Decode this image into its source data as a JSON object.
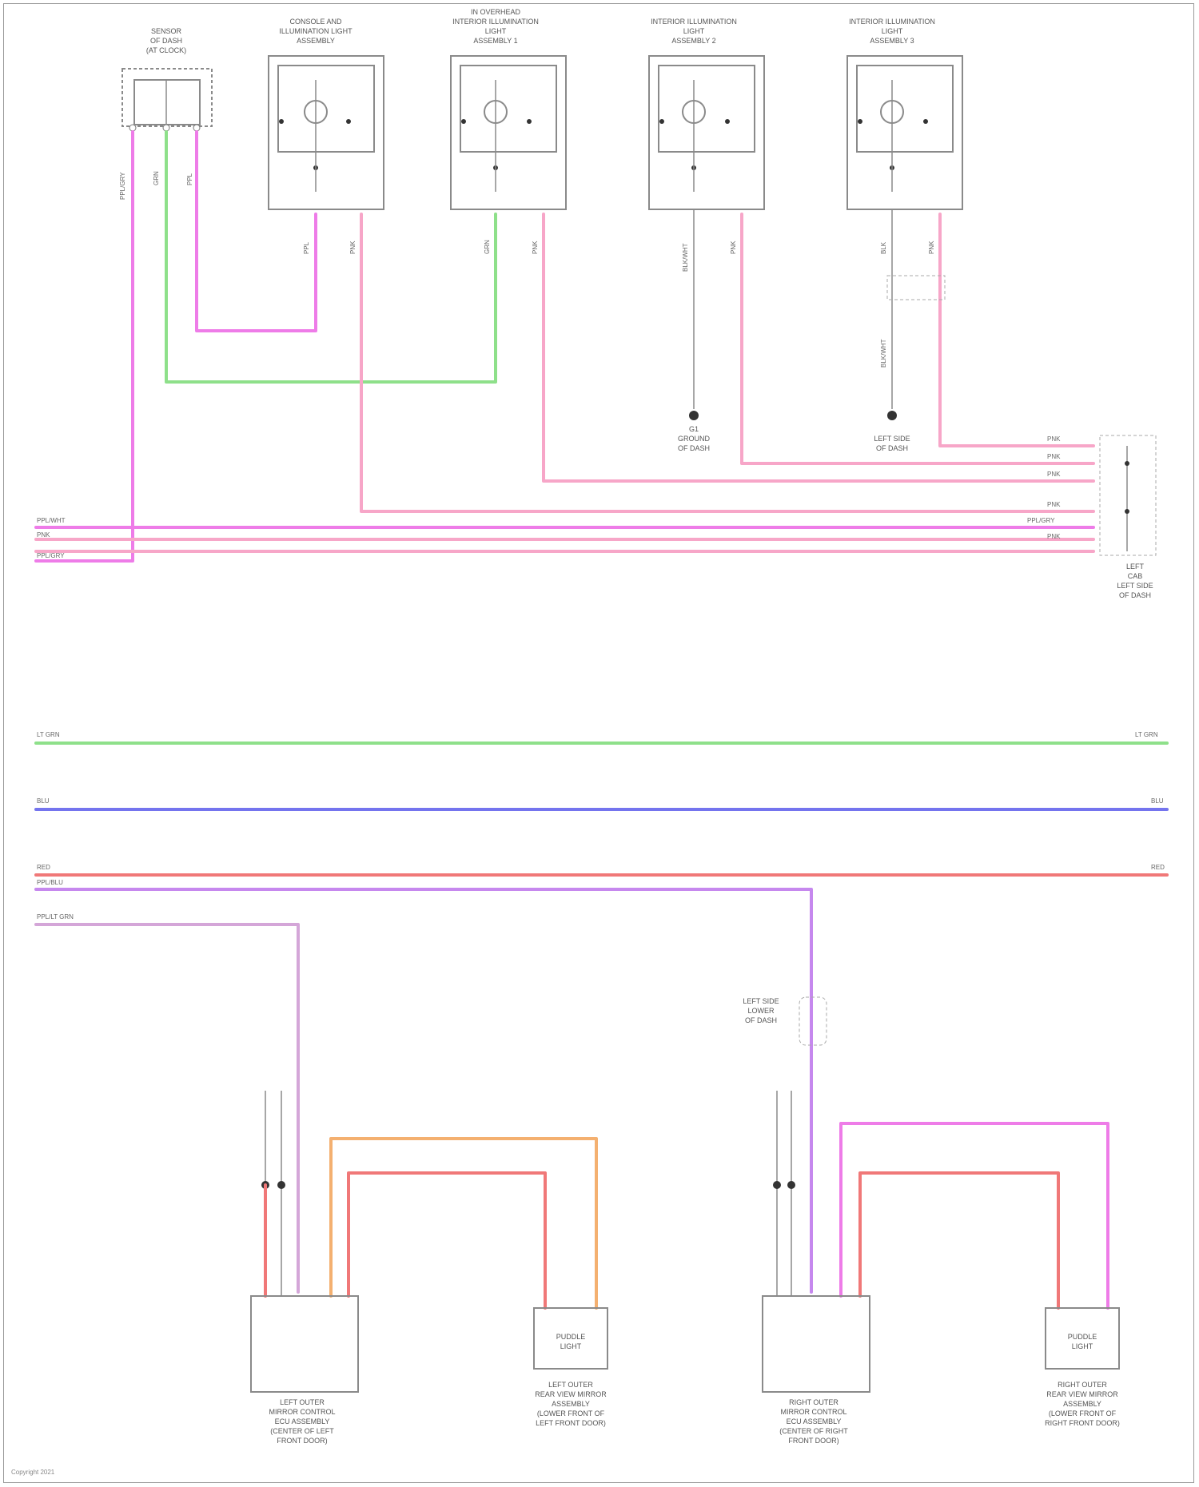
{
  "footer_text": "Copyright 2021",
  "components": {
    "top": [
      {
        "id": "sensor",
        "cap": [
          "SENSOR",
          "OF DASH",
          "(AT CLOCK)"
        ]
      },
      {
        "id": "console",
        "cap": [
          "CONSOLE AND",
          "ILLUMINATION LIGHT",
          "ASSEMBLY"
        ]
      },
      {
        "id": "int1",
        "cap": [
          "IN OVERHEAD",
          "INTERIOR ILLUMINATION",
          "LIGHT",
          "ASSEMBLY 1"
        ]
      },
      {
        "id": "int2",
        "cap": [
          "INTERIOR ILLUMINATION",
          "LIGHT",
          "ASSEMBLY 2"
        ]
      },
      {
        "id": "int3",
        "cap": [
          "INTERIOR ILLUMINATION",
          "LIGHT",
          "ASSEMBLY 3"
        ]
      }
    ],
    "grounds": [
      {
        "id": "g1",
        "cap": [
          "G1",
          "GROUND",
          "OF DASH"
        ]
      },
      {
        "id": "g2",
        "cap": [
          "LEFT SIDE",
          "OF DASH"
        ]
      }
    ],
    "junction": {
      "cap": [
        "LEFT",
        "CAB",
        "LEFT SIDE",
        "OF DASH"
      ]
    },
    "inline": {
      "cap": [
        "LEFT SIDE",
        "LOWER",
        "OF DASH"
      ]
    },
    "bottom": [
      {
        "id": "lmodule",
        "cap": [
          "LEFT OUTER",
          "MIRROR CONTROL",
          "ECU ASSEMBLY",
          "(CENTER OF LEFT",
          "FRONT DOOR)"
        ]
      },
      {
        "id": "llight",
        "inner": [
          "PUDDLE",
          "LIGHT"
        ],
        "cap": [
          "LEFT OUTER",
          "REAR VIEW MIRROR",
          "ASSEMBLY",
          "(LOWER FRONT OF",
          "LEFT FRONT DOOR)"
        ]
      },
      {
        "id": "rmodule",
        "cap": [
          "RIGHT OUTER",
          "MIRROR CONTROL",
          "ECU ASSEMBLY",
          "(CENTER OF RIGHT",
          "FRONT DOOR)"
        ]
      },
      {
        "id": "rlight",
        "inner": [
          "PUDDLE",
          "LIGHT"
        ],
        "cap": [
          "RIGHT OUTER",
          "REAR VIEW MIRROR",
          "ASSEMBLY",
          "(LOWER FRONT OF",
          "RIGHT FRONT DOOR)"
        ]
      }
    ]
  },
  "wires": {
    "top_left": [
      {
        "label": "PPL/WHT"
      },
      {
        "label": "PNK"
      },
      {
        "label": "PPL/GRY"
      }
    ],
    "junction_right": [
      {
        "label": "PNK"
      },
      {
        "label": "PNK"
      },
      {
        "label": "PNK"
      },
      {
        "label": "PNK"
      },
      {
        "label": "PPL/GRY"
      },
      {
        "label": "PNK"
      }
    ],
    "buses": [
      {
        "label_l": "LT GRN",
        "label_r": "LT GRN"
      },
      {
        "label_l": "BLU",
        "label_r": "BLU"
      },
      {
        "label_l": "RED",
        "label_r": "RED"
      },
      {
        "label_l": "PPL/BLU",
        "label_r": ""
      },
      {
        "label_l": "PPL/LT GRN",
        "label_r": ""
      }
    ],
    "vertical_labels": {
      "sensor": [
        "PPL/GRY",
        "GRN",
        "PPL"
      ],
      "console": [
        "PPL",
        "PNK"
      ],
      "int1": [
        "GRN",
        "PNK"
      ],
      "int2": [
        "BLK/WHT",
        "PNK"
      ],
      "int3": [
        "BLK",
        "PNK",
        "BLK/WHT"
      ]
    }
  },
  "colors": {
    "pink": "#f7a6c8",
    "magenta": "#ee7ce8",
    "green": "#8ee08a",
    "blue": "#7474ee",
    "red": "#f07878",
    "violet": "#c688ee",
    "orange": "#f4b070",
    "mauve": "#d4a6d8"
  }
}
